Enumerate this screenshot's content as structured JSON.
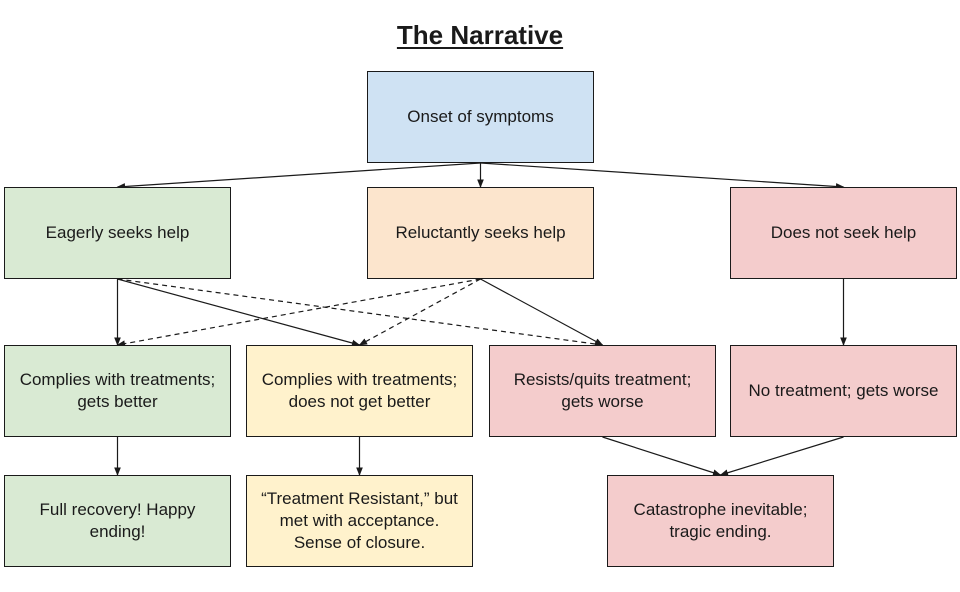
{
  "title": "The Narrative",
  "colors": {
    "blue": "#cfe2f3",
    "green": "#d9ead3",
    "orange": "#fce5cd",
    "yellow": "#fff2cc",
    "red": "#f4cccc",
    "line": "#1a1a1a"
  },
  "nodes": {
    "onset": "Onset of symptoms",
    "eager": "Eagerly seeks help",
    "reluctant": "Reluctantly seeks help",
    "no_help": "Does not seek help",
    "comply_better": "Complies with treatments; gets better",
    "comply_no_better": "Complies with treatments; does not get better",
    "resists": "Resists/quits treatment; gets worse",
    "no_treatment": "No treatment; gets worse",
    "full_recovery": "Full recovery! Happy ending!",
    "treatment_resistant": "“Treatment Resistant,” but met with acceptance. Sense of closure.",
    "catastrophe": "Catastrophe inevitable; tragic ending."
  },
  "edges": [
    {
      "from": "onset",
      "to": "eager",
      "style": "solid"
    },
    {
      "from": "onset",
      "to": "reluctant",
      "style": "solid"
    },
    {
      "from": "onset",
      "to": "no_help",
      "style": "solid"
    },
    {
      "from": "eager",
      "to": "comply_better",
      "style": "solid"
    },
    {
      "from": "eager",
      "to": "comply_no_better",
      "style": "solid"
    },
    {
      "from": "eager",
      "to": "resists",
      "style": "dashed"
    },
    {
      "from": "reluctant",
      "to": "comply_better",
      "style": "dashed"
    },
    {
      "from": "reluctant",
      "to": "comply_no_better",
      "style": "dashed"
    },
    {
      "from": "reluctant",
      "to": "resists",
      "style": "solid"
    },
    {
      "from": "no_help",
      "to": "no_treatment",
      "style": "solid"
    },
    {
      "from": "comply_better",
      "to": "full_recovery",
      "style": "solid"
    },
    {
      "from": "comply_no_better",
      "to": "treatment_resistant",
      "style": "solid"
    },
    {
      "from": "resists",
      "to": "catastrophe",
      "style": "solid"
    },
    {
      "from": "no_treatment",
      "to": "catastrophe",
      "style": "solid"
    }
  ]
}
